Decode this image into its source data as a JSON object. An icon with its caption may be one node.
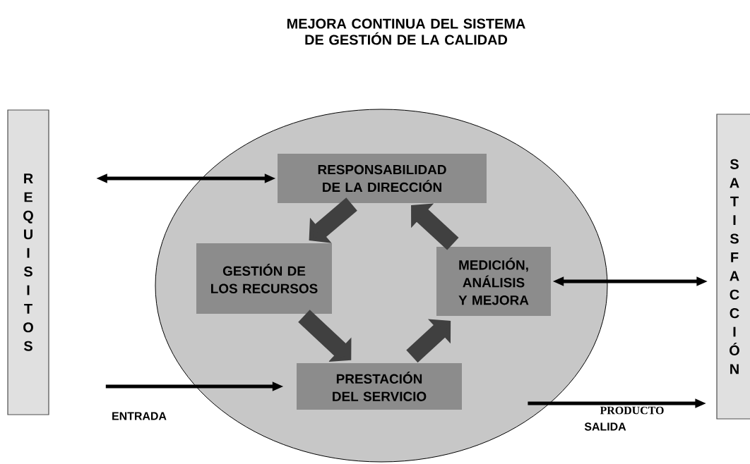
{
  "diagram": {
    "title": "MEJORA CONTINUA DEL SISTEMA DE GESTIÓN DE LA CALIDAD",
    "nodes": [
      {
        "text": [
          "REQUISITOS"
        ]
      },
      {
        "text": [
          "SATISFACCIÓN"
        ]
      },
      {
        "text": [],
        "shape": "ellipse"
      },
      {
        "text": [
          "RESPONSABILIDAD DE LA DIRECCIÓN"
        ],
        "in": 2
      },
      {
        "text": [
          "GESTIÓN DE LOS RECURSOS"
        ],
        "in": 2
      },
      {
        "text": [
          "MEDICIÓN, ANÁLISIS Y MEJORA"
        ],
        "in": 2
      },
      {
        "text": [
          "PRESTACIÓN DEL SERVICIO"
        ],
        "in": 2
      }
    ],
    "edges": [
      {
        "from": null,
        "to": 3,
        "arrow": "both"
      },
      {
        "from": 5,
        "to": 1,
        "arrow": "both"
      },
      {
        "from": null,
        "to": 6,
        "arrow": "to",
        "label": "ENTRADA"
      },
      {
        "from": null,
        "to": 1,
        "arrow": "to",
        "label": "PRODUCTO"
      },
      {
        "from": 3,
        "to": 4,
        "arrow": "to",
        "style": "thick",
        "color": "#404040"
      },
      {
        "from": 4,
        "to": 6,
        "arrow": "to",
        "style": "thick",
        "color": "#404040"
      },
      {
        "from": 6,
        "to": 5,
        "arrow": "to",
        "style": "thick",
        "color": "#404040"
      },
      {
        "from": 5,
        "to": 3,
        "arrow": "to",
        "style": "thick",
        "color": "#404040"
      }
    ],
    "labels": [
      "SALIDA"
    ]
  }
}
